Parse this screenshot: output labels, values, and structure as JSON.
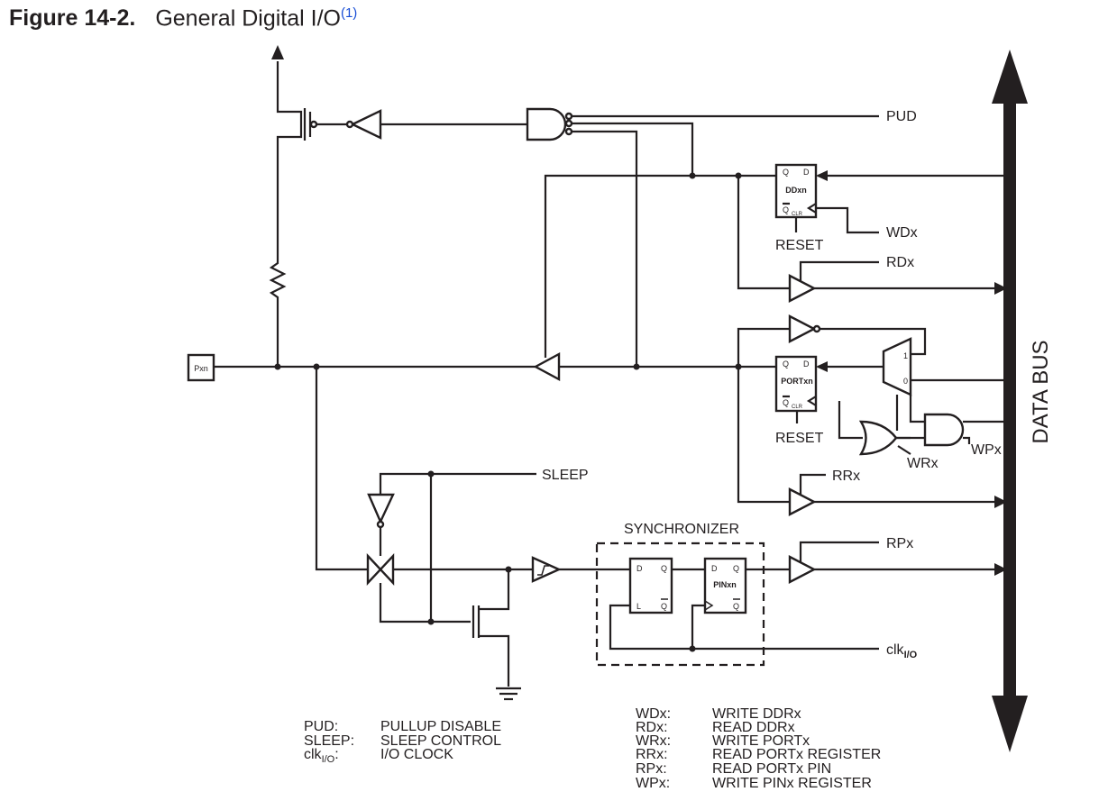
{
  "figure": {
    "number": "Figure 14-2.",
    "title": "General Digital I/O",
    "note_ref": "(1)"
  },
  "pin": "Pxn",
  "signals": {
    "pud": "PUD",
    "wdx": "WDx",
    "rdx": "RDx",
    "rrx": "RRx",
    "rpx": "RPx",
    "wrx": "WRx",
    "wpx": "WPx",
    "sleep": "SLEEP",
    "clk": "clk",
    "clk_sub": "I/O",
    "reset1": "RESET",
    "reset2": "RESET",
    "data_bus": "DATA BUS"
  },
  "blocks": {
    "ddxn": {
      "name": "DDxn",
      "q": "Q",
      "d": "D",
      "qbar": "Q",
      "clr": "CLR"
    },
    "portxn": {
      "name": "PORTxn",
      "q": "Q",
      "d": "D",
      "qbar": "Q",
      "clr": "CLR"
    },
    "latch": {
      "d": "D",
      "q": "Q",
      "l": "L",
      "qbar": "Q"
    },
    "pinxn": {
      "name": "PINxn",
      "d": "D",
      "q": "Q",
      "qbar": "Q"
    },
    "mux": {
      "in1": "1",
      "in0": "0"
    },
    "synchronizer": "SYNCHRONIZER"
  },
  "legend_left": [
    {
      "abbr": "PUD:",
      "desc": "PULLUP DISABLE"
    },
    {
      "abbr": "SLEEP:",
      "desc": "SLEEP CONTROL"
    },
    {
      "abbr": "clk",
      "abbr_sub": "I/O",
      "abbr_tail": ":",
      "desc": "I/O CLOCK"
    }
  ],
  "legend_right": [
    {
      "abbr": "WDx:",
      "desc": "WRITE DDRx"
    },
    {
      "abbr": "RDx:",
      "desc": "READ DDRx"
    },
    {
      "abbr": "WRx:",
      "desc": "WRITE PORTx"
    },
    {
      "abbr": "RRx:",
      "desc": "READ PORTx REGISTER"
    },
    {
      "abbr": "RPx:",
      "desc": "READ PORTx PIN"
    },
    {
      "abbr": "WPx:",
      "desc": "WRITE PINx REGISTER"
    }
  ]
}
